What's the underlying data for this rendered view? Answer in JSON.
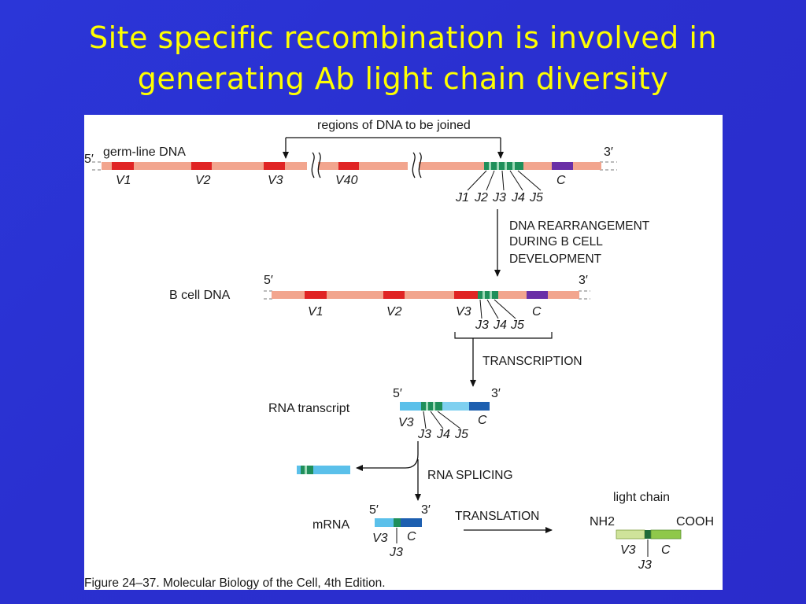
{
  "slide": {
    "title_line1": "Site specific recombination is involved in",
    "title_line2": "generating Ab light chain diversity",
    "background_color": "#2a30d0",
    "title_color": "#ffff00"
  },
  "figure": {
    "top_label": "regions of DNA to be joined",
    "germline": {
      "label": "germ-line DNA",
      "five_prime": "5′",
      "three_prime": "3′",
      "v_segments": [
        "V1",
        "V2",
        "V3",
        "V40"
      ],
      "j_segments": [
        "J1",
        "J2",
        "J3",
        "J4",
        "J5"
      ],
      "c_segment": "C"
    },
    "step1": [
      "DNA REARRANGEMENT",
      "DURING B CELL",
      "DEVELOPMENT"
    ],
    "bcell": {
      "label": "B cell DNA",
      "five_prime": "5′",
      "three_prime": "3′",
      "v_segments": [
        "V1",
        "V2",
        "V3"
      ],
      "j_segments": [
        "J3",
        "J4",
        "J5"
      ],
      "c_segment": "C"
    },
    "step2": "TRANSCRIPTION",
    "rna": {
      "label": "RNA transcript",
      "five_prime": "5′",
      "three_prime": "3′",
      "v_segment": "V3",
      "j_segments": [
        "J3",
        "J4",
        "J5"
      ],
      "c_segment": "C"
    },
    "step3": "RNA SPLICING",
    "mrna": {
      "label": "mRNA",
      "five_prime": "5′",
      "three_prime": "3′",
      "v_segment": "V3",
      "j_segment": "J3",
      "c_segment": "C"
    },
    "step4": "TRANSLATION",
    "protein": {
      "label": "light chain",
      "n_term": "NH2",
      "c_term": "COOH",
      "v_segment": "V3",
      "j_segment": "J3",
      "c_segment": "C"
    },
    "caption": "Figure 24–37. Molecular Biology of the Cell, 4th Edition.",
    "colors": {
      "dna": "#f2a58e",
      "v_segment": "#e02424",
      "j_segment": "#1f8f5a",
      "c_segment": "#6a2fa6",
      "rna_light": "#5bc0ea",
      "rna_dark": "#1d5fb0",
      "protein_v": "#cfe39a",
      "protein_c": "#8fc84a",
      "protein_j": "#1f6b3a"
    }
  }
}
